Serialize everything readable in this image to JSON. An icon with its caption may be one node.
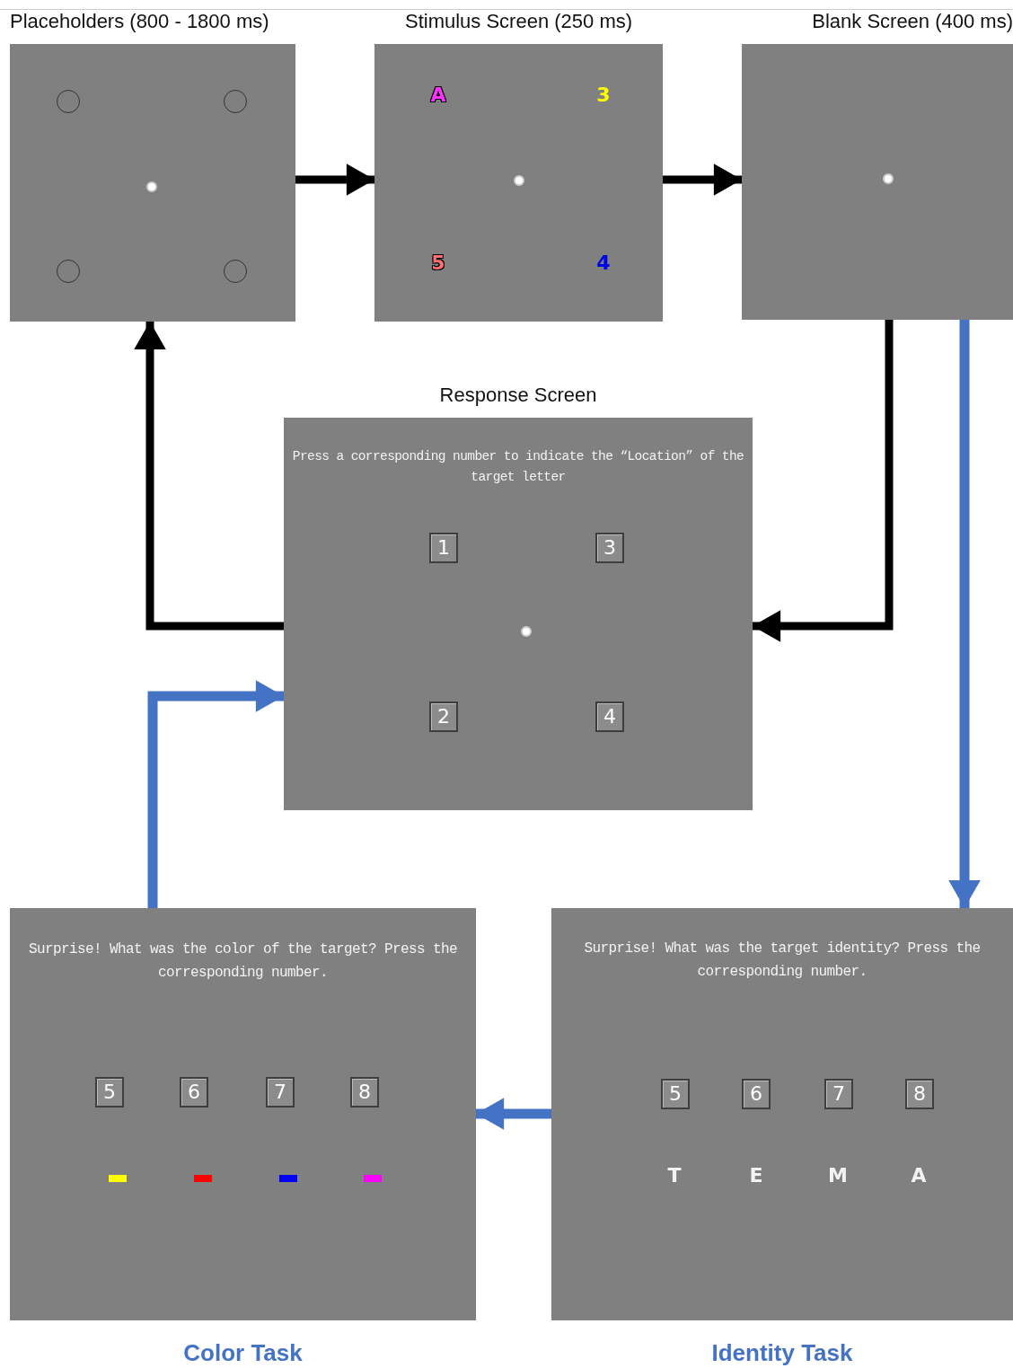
{
  "diagram": {
    "nodes": [
      {
        "text": [
          "Placeholders (800 - 1800 ms)"
        ]
      },
      {
        "text": [
          "Stimulus Screen (250 ms)",
          "A",
          "3",
          "5",
          "4"
        ]
      },
      {
        "text": [
          "Blank Screen (400 ms)"
        ]
      },
      {
        "text": [
          "Response Screen",
          "Press a corresponding number to indicate the “Location” of the target letter"
        ]
      },
      {
        "text": [
          "1"
        ],
        "in": 3
      },
      {
        "text": [
          "3"
        ],
        "in": 3
      },
      {
        "text": [
          "2"
        ],
        "in": 3
      },
      {
        "text": [
          "4"
        ],
        "in": 3
      },
      {
        "text": [
          "Surprise! What was the color of the target? Press the corresponding number.",
          "Color Task"
        ]
      },
      {
        "text": [
          "5"
        ],
        "in": 8
      },
      {
        "text": [
          "6"
        ],
        "in": 8
      },
      {
        "text": [
          "7"
        ],
        "in": 8
      },
      {
        "text": [
          "8"
        ],
        "in": 8
      },
      {
        "text": [
          "Surprise! What was the target identity? Press the corresponding number.",
          "T",
          "E",
          "M",
          "A",
          "Identity Task"
        ]
      },
      {
        "text": [
          "5"
        ],
        "in": 13
      },
      {
        "text": [
          "6"
        ],
        "in": 13
      },
      {
        "text": [
          "7"
        ],
        "in": 13
      },
      {
        "text": [
          "8"
        ],
        "in": 13
      }
    ],
    "edges": [
      {
        "from": 0,
        "to": 1,
        "arrow": "to"
      },
      {
        "from": 1,
        "to": 2,
        "arrow": "to"
      },
      {
        "from": 2,
        "to": 3,
        "arrow": "to"
      },
      {
        "from": 3,
        "to": 0,
        "arrow": "to"
      },
      {
        "from": 2,
        "to": 13,
        "arrow": "to",
        "color": "#4472c4"
      },
      {
        "from": 13,
        "to": 8,
        "arrow": "to",
        "color": "#4472c4"
      },
      {
        "from": 8,
        "to": 3,
        "arrow": "to",
        "color": "#4472c4"
      }
    ]
  }
}
